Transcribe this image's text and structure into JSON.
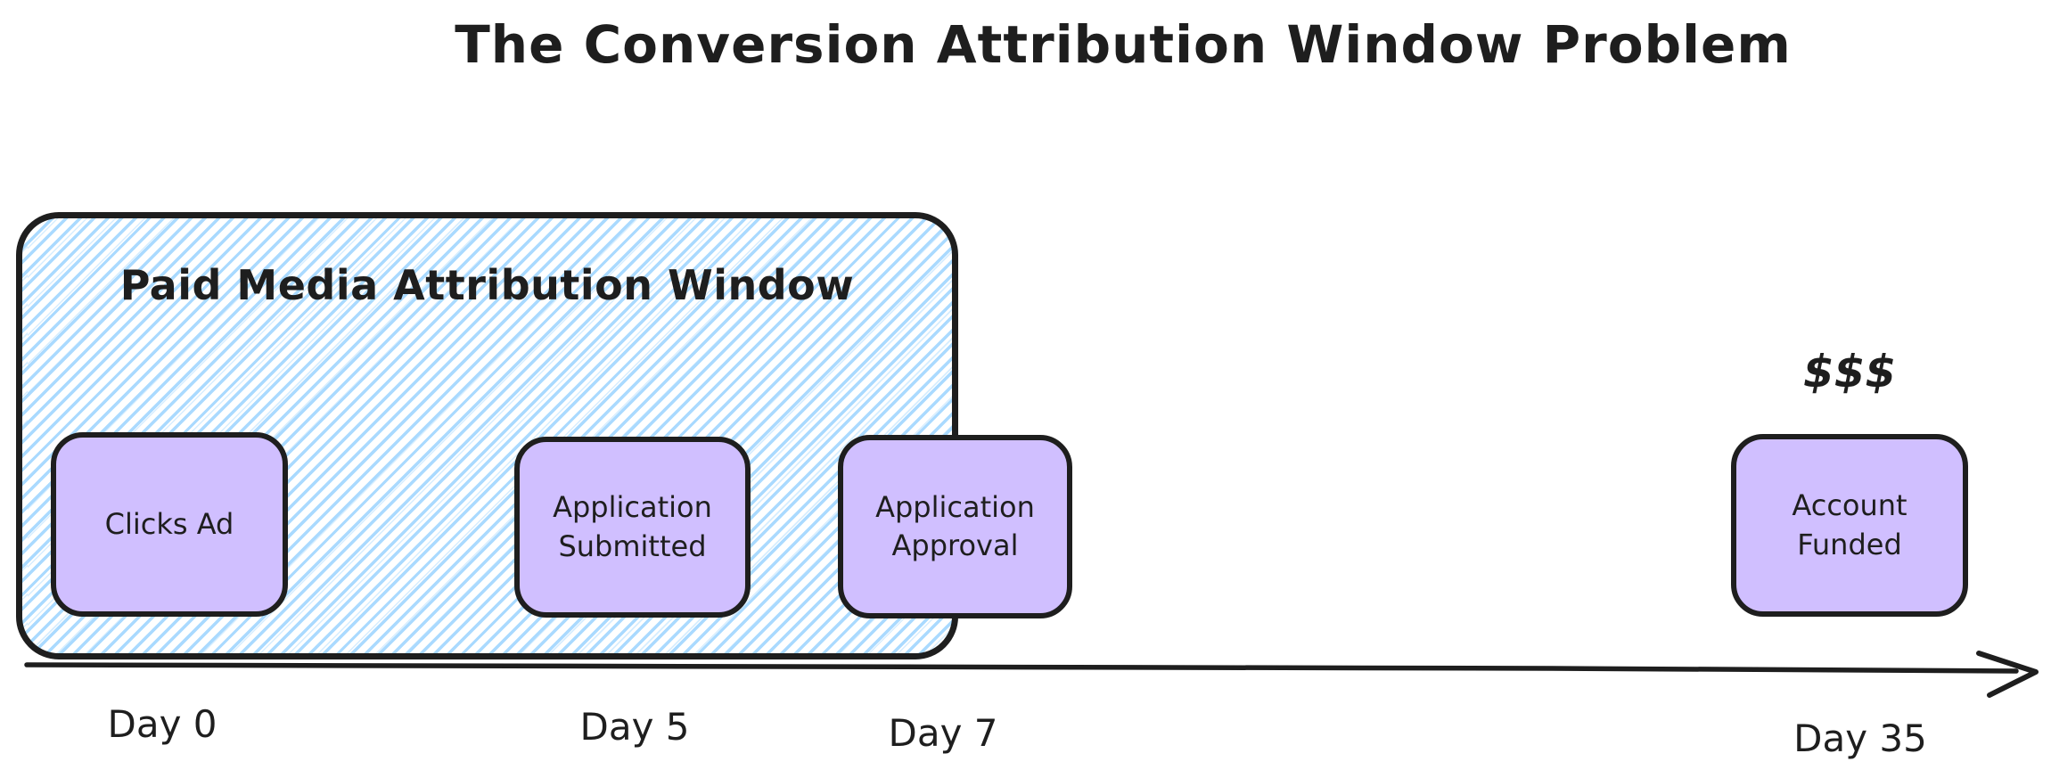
{
  "title": "The Conversion Attribution Window Problem",
  "attribution_window": {
    "label": "Paid Media Attribution Window"
  },
  "events": [
    {
      "label": "Clicks Ad",
      "day": "Day 0"
    },
    {
      "label": "Application\nSubmitted",
      "day": "Day 5"
    },
    {
      "label": "Application\nApproval",
      "day": "Day 7"
    },
    {
      "label": "Account\nFunded",
      "day": "Day 35",
      "annotation": "$$$"
    }
  ],
  "colors": {
    "stroke": "#1e1e1e",
    "event_fill": "#d0bfff",
    "window_hatch": "#a5d8ff",
    "background": "#ffffff"
  }
}
